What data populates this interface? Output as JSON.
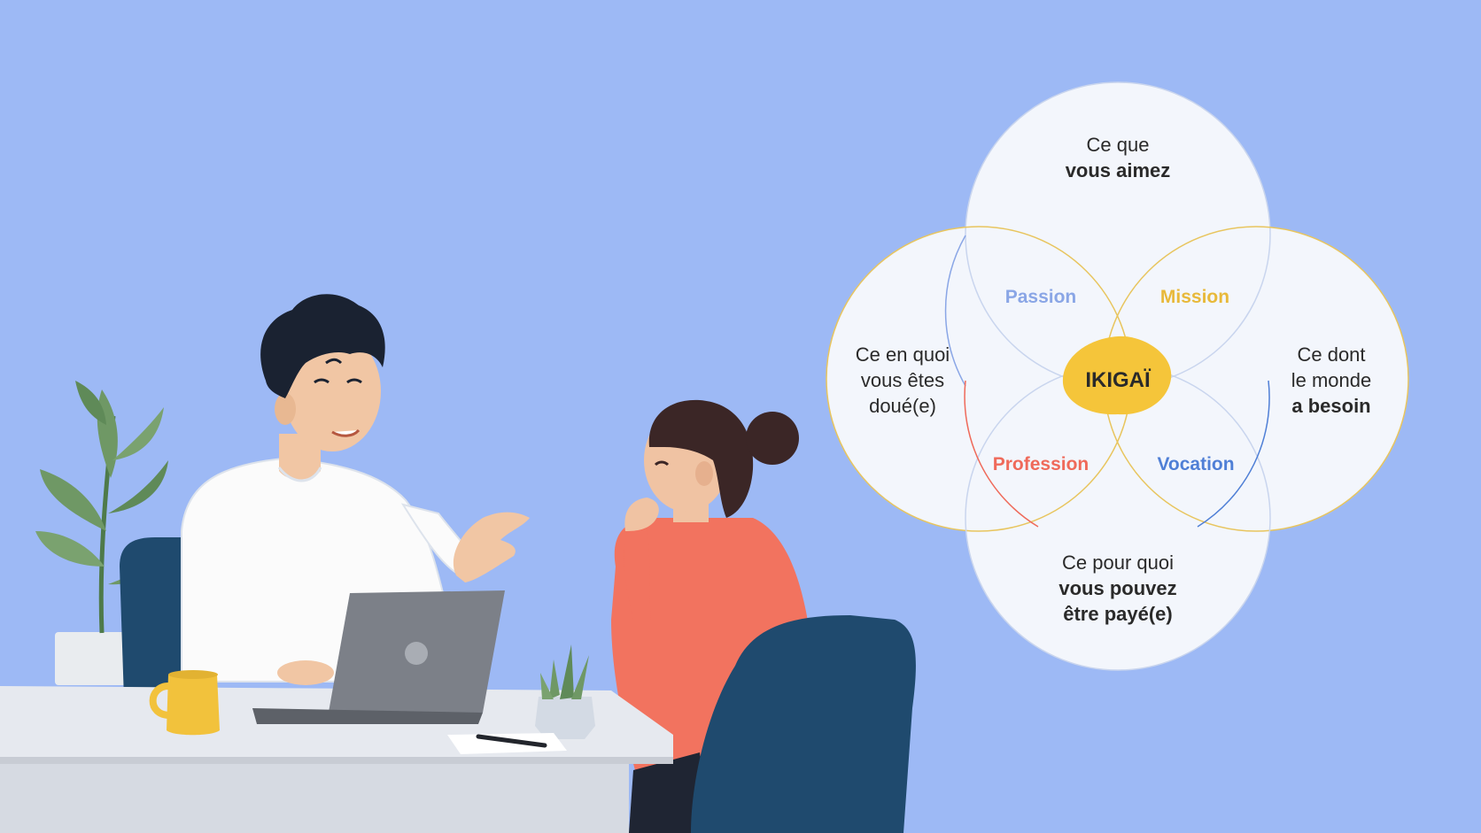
{
  "colors": {
    "background": "#9db9f5",
    "circle_fill": "#f3f6fc",
    "passion": "#8aa6e6",
    "mission": "#e8b93a",
    "profession": "#ef6a5a",
    "vocation": "#4f7fd6",
    "ikigai_blob": "#f5c53a",
    "text_dark": "#2a2a2a"
  },
  "venn": {
    "top": {
      "line1": "Ce que",
      "line2": "vous aimez"
    },
    "left": {
      "line1": "Ce en quoi",
      "line2": "vous êtes",
      "line3": "doué(e)"
    },
    "right": {
      "line1": "Ce dont",
      "line2": "le monde",
      "line3": "a besoin"
    },
    "bottom": {
      "line1": "Ce pour quoi",
      "line2": "vous pouvez",
      "line3": "être payé(e)"
    },
    "overlaps": {
      "passion": "Passion",
      "mission": "Mission",
      "profession": "Profession",
      "vocation": "Vocation"
    },
    "center": "IKIGAÏ"
  },
  "illustration": {
    "man": "man-character",
    "woman": "woman-character",
    "laptop": "laptop-icon",
    "mug": "mug-icon",
    "plant": "plant-icon"
  }
}
